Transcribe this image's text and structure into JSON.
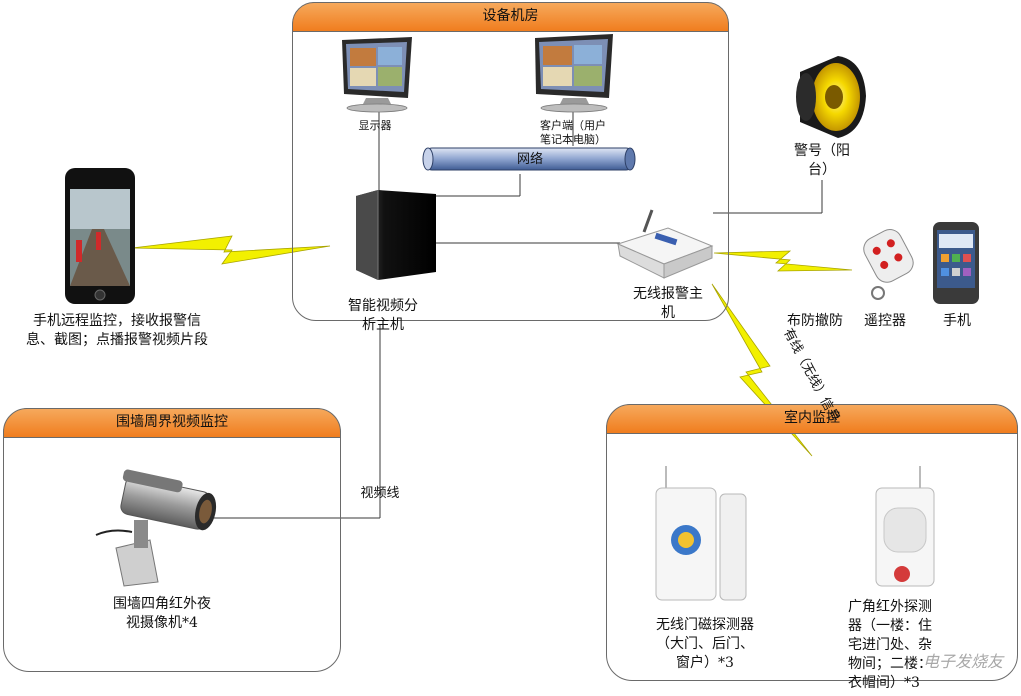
{
  "panels": {
    "room": "设备机房",
    "fence": "围墙周界视频监控",
    "indoor": "室内监控"
  },
  "labels": {
    "display": "显示器",
    "client": "客户端（用户\n笔记本电脑）",
    "network": "网络",
    "host": "智能视频分\n析主机",
    "alarm_host": "无线报警主\n机",
    "siren": "警号（阳\n台）",
    "arm": "布防撤防",
    "remote": "遥控器",
    "handset": "手机",
    "phone_desc": "手机远程监控，接收报警信\n息、截图；点播报警视频片段",
    "video_cable": "视频线",
    "signal": "有线（无线）信号",
    "camera": "围墙四角红外夜\n视摄像机*4",
    "door": "无线门磁探测器\n（大门、后门、\n窗户）*3",
    "pir": "广角红外探测\n器（一楼：住\n宅进门处、杂\n物间；二楼：\n衣帽间）*3",
    "watermark": "电子发烧友"
  },
  "colors": {
    "orange": "#f07d1e",
    "lightning": "#f2f000",
    "cable": "#3a5a8a"
  }
}
